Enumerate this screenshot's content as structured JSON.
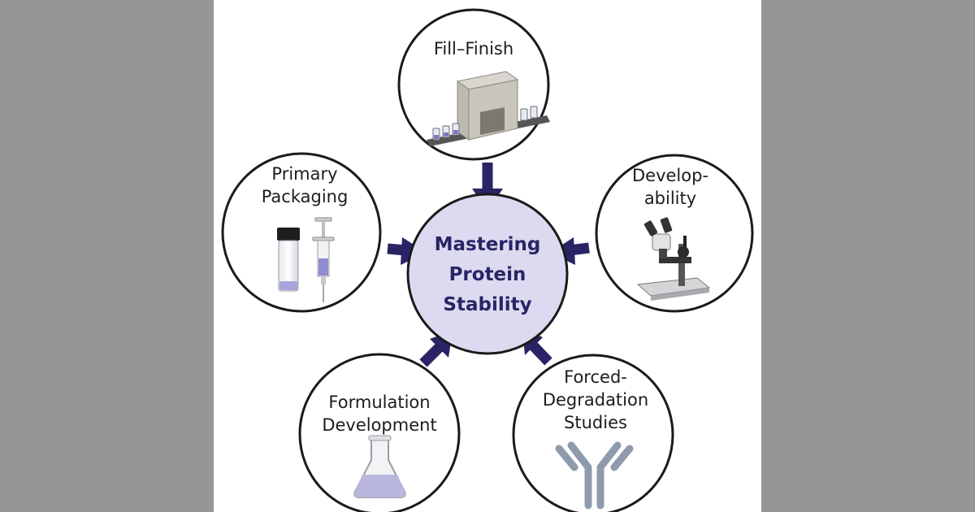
{
  "center": {
    "lines": [
      "Mastering",
      "Protein",
      "Stability"
    ]
  },
  "nodes": [
    {
      "id": "fill-finish",
      "lines": [
        "Fill–Finish"
      ],
      "icon": "fill-finish-machine-icon"
    },
    {
      "id": "developability",
      "lines": [
        "Develop-",
        "ability"
      ],
      "icon": "microscope-icon"
    },
    {
      "id": "forced-degradation",
      "lines": [
        "Forced-",
        "Degradation",
        "Studies"
      ],
      "icon": "antibody-icon"
    },
    {
      "id": "formulation-development",
      "lines": [
        "Formulation",
        "Development"
      ],
      "icon": "flask-icon"
    },
    {
      "id": "primary-packaging",
      "lines": [
        "Primary",
        "Packaging"
      ],
      "icon": "vial-and-syringe-icon"
    }
  ],
  "colors": {
    "background": "#969696",
    "panel": "#ffffff",
    "center_fill": "#dcdaf0",
    "center_text": "#2a2466",
    "arrow": "#2a2466",
    "circle_stroke": "#1a1a1a"
  }
}
